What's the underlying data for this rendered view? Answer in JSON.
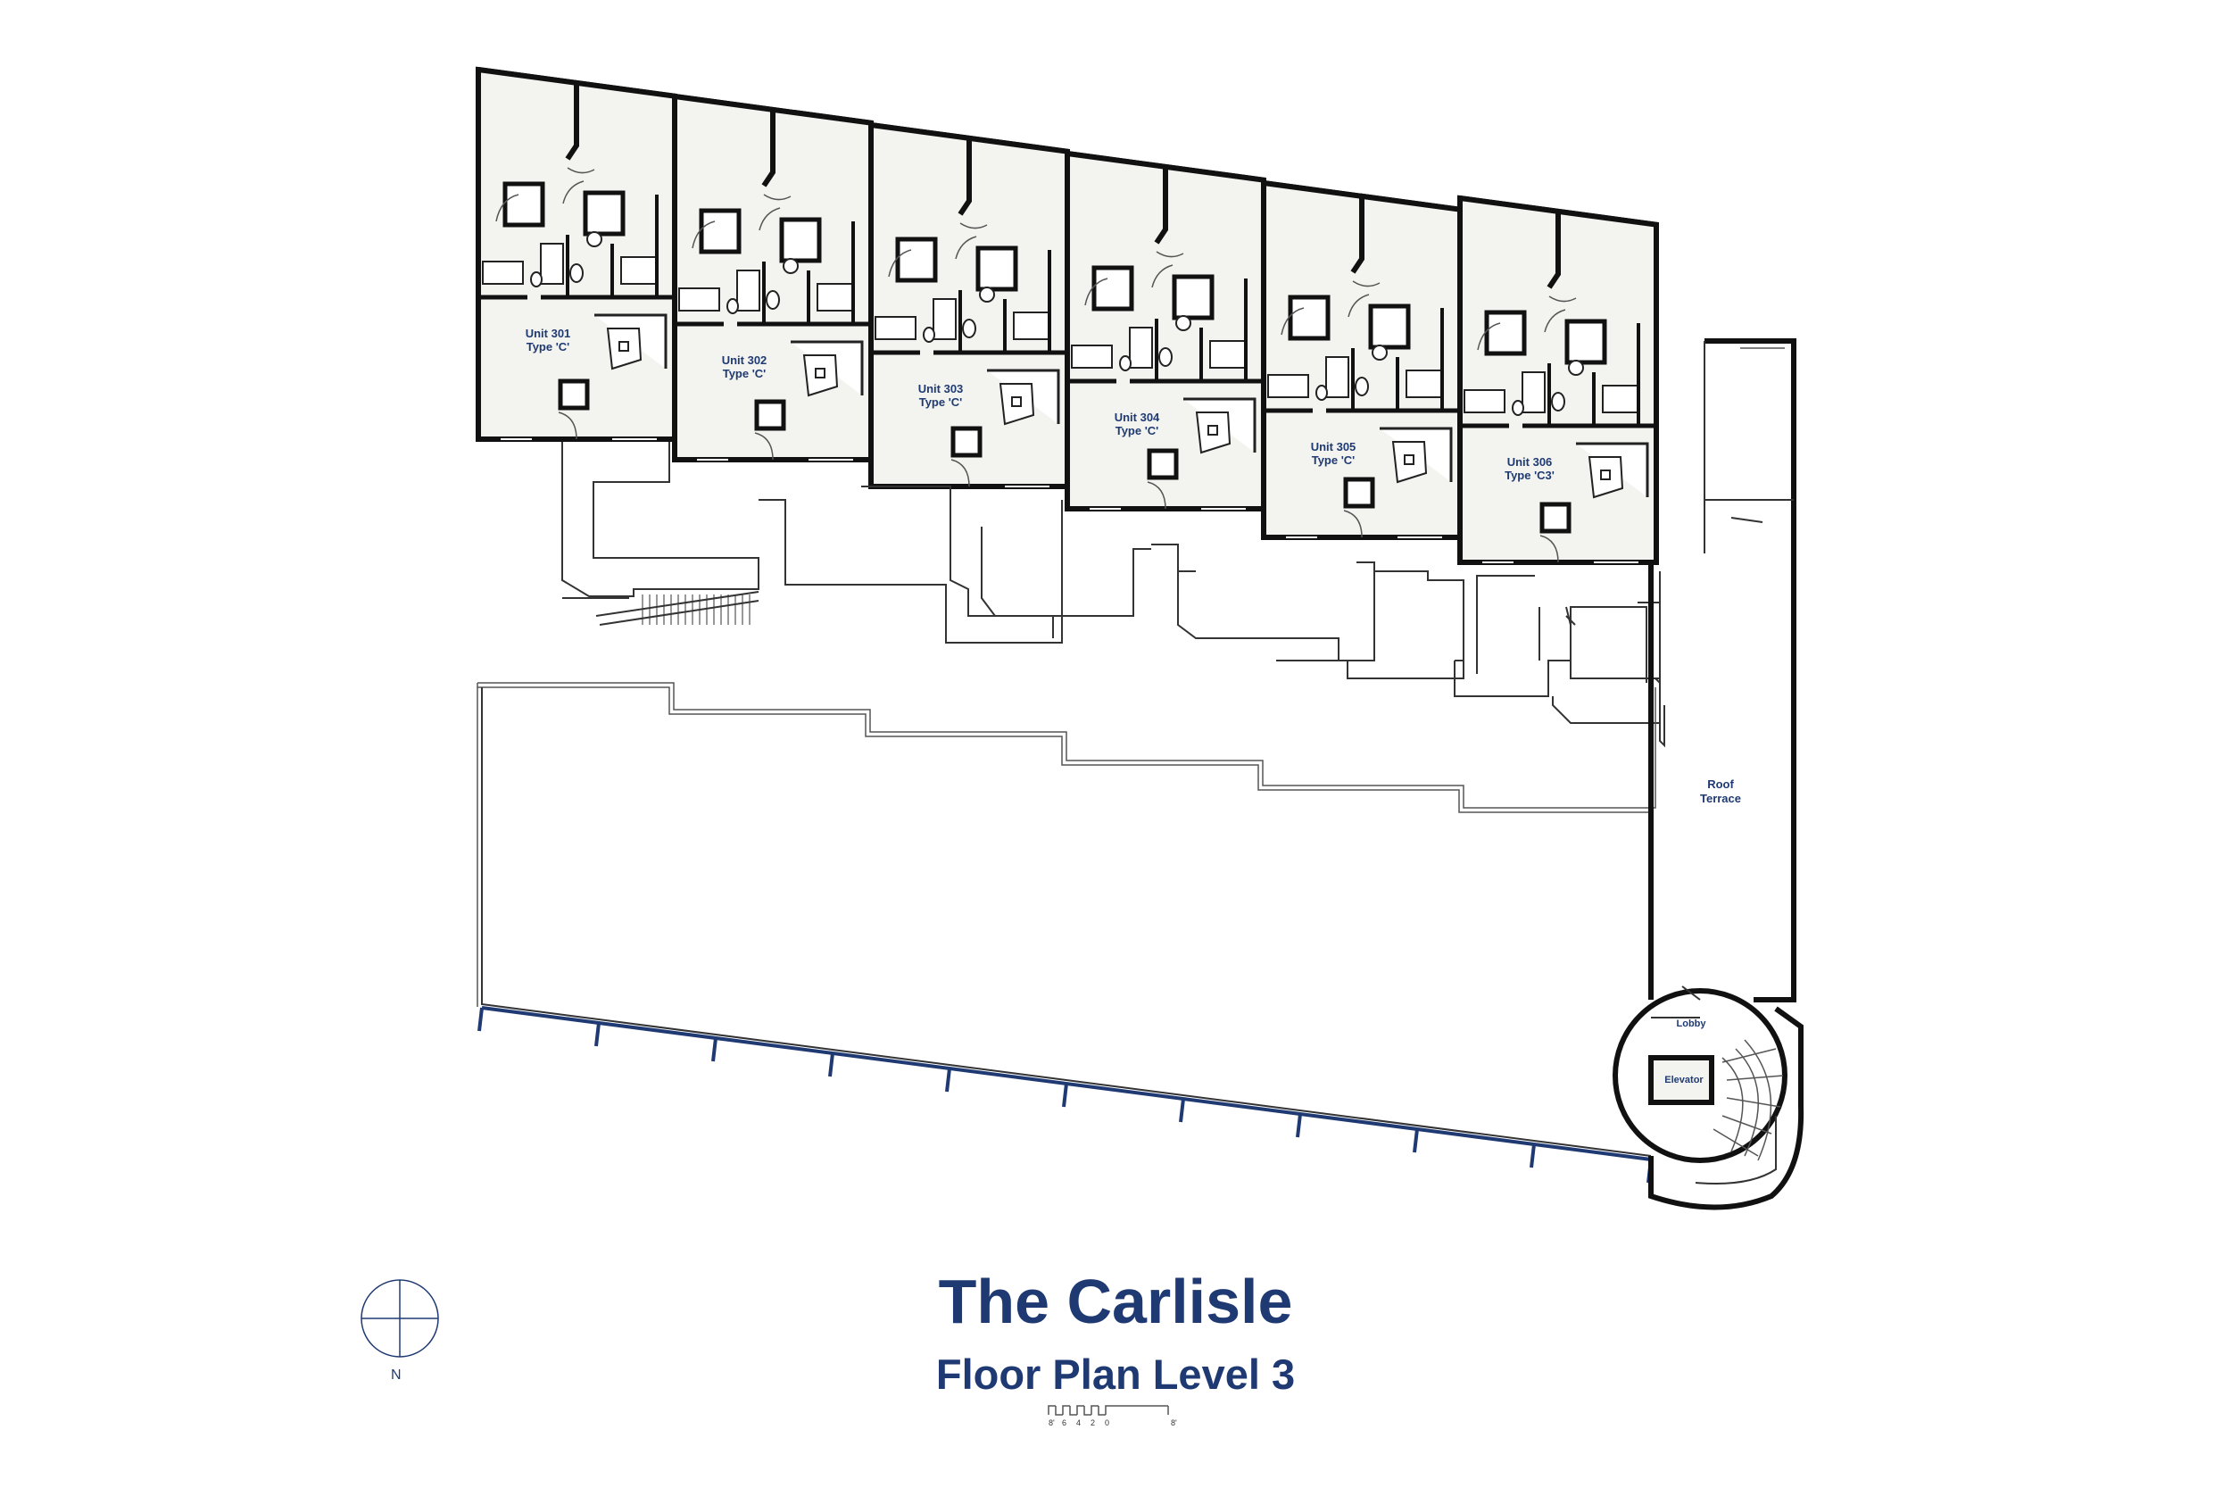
{
  "title": "The Carlisle",
  "subtitle": "Floor Plan Level 3",
  "north": "N",
  "units": [
    {
      "name": "Unit 301",
      "type": "Type 'C'"
    },
    {
      "name": "Unit 302",
      "type": "Type 'C'"
    },
    {
      "name": "Unit 303",
      "type": "Type 'C'"
    },
    {
      "name": "Unit 304",
      "type": "Type 'C'"
    },
    {
      "name": "Unit 305",
      "type": "Type 'C'"
    },
    {
      "name": "Unit 306",
      "type": "Type 'C3'"
    }
  ],
  "spaces": {
    "roof_terrace_line1": "Roof",
    "roof_terrace_line2": "Terrace",
    "lobby": "Lobby",
    "elevator": "Elevator"
  },
  "scale_bar": [
    "8'",
    "6",
    "4",
    "2",
    "0",
    "8'"
  ],
  "colors": {
    "accent": "#1f3a73",
    "unit_fill": "#f3f4ef",
    "wall": "#111111",
    "facade_glass": "#1f3a73"
  }
}
